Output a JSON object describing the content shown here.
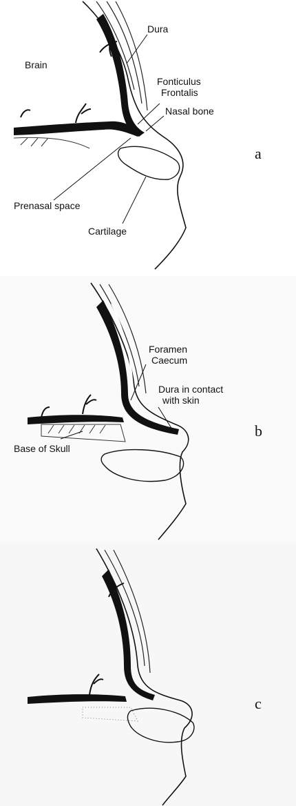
{
  "panels": [
    {
      "id": "a",
      "letter": "a",
      "labels": {
        "brain": "Brain",
        "dura": "Dura",
        "fonticulus_1": "Fonticulus",
        "fonticulus_2": "Frontalis",
        "nasal_bone": "Nasal bone",
        "prenasal_space": "Prenasal space",
        "cartilage": "Cartilage"
      }
    },
    {
      "id": "b",
      "letter": "b",
      "labels": {
        "foramen_1": "Foramen",
        "foramen_2": "Caecum",
        "dura_contact_1": "Dura in contact",
        "dura_contact_2": "with skin",
        "base_of_skull": "Base of Skull"
      }
    },
    {
      "id": "c",
      "letter": "c",
      "labels": {}
    }
  ]
}
